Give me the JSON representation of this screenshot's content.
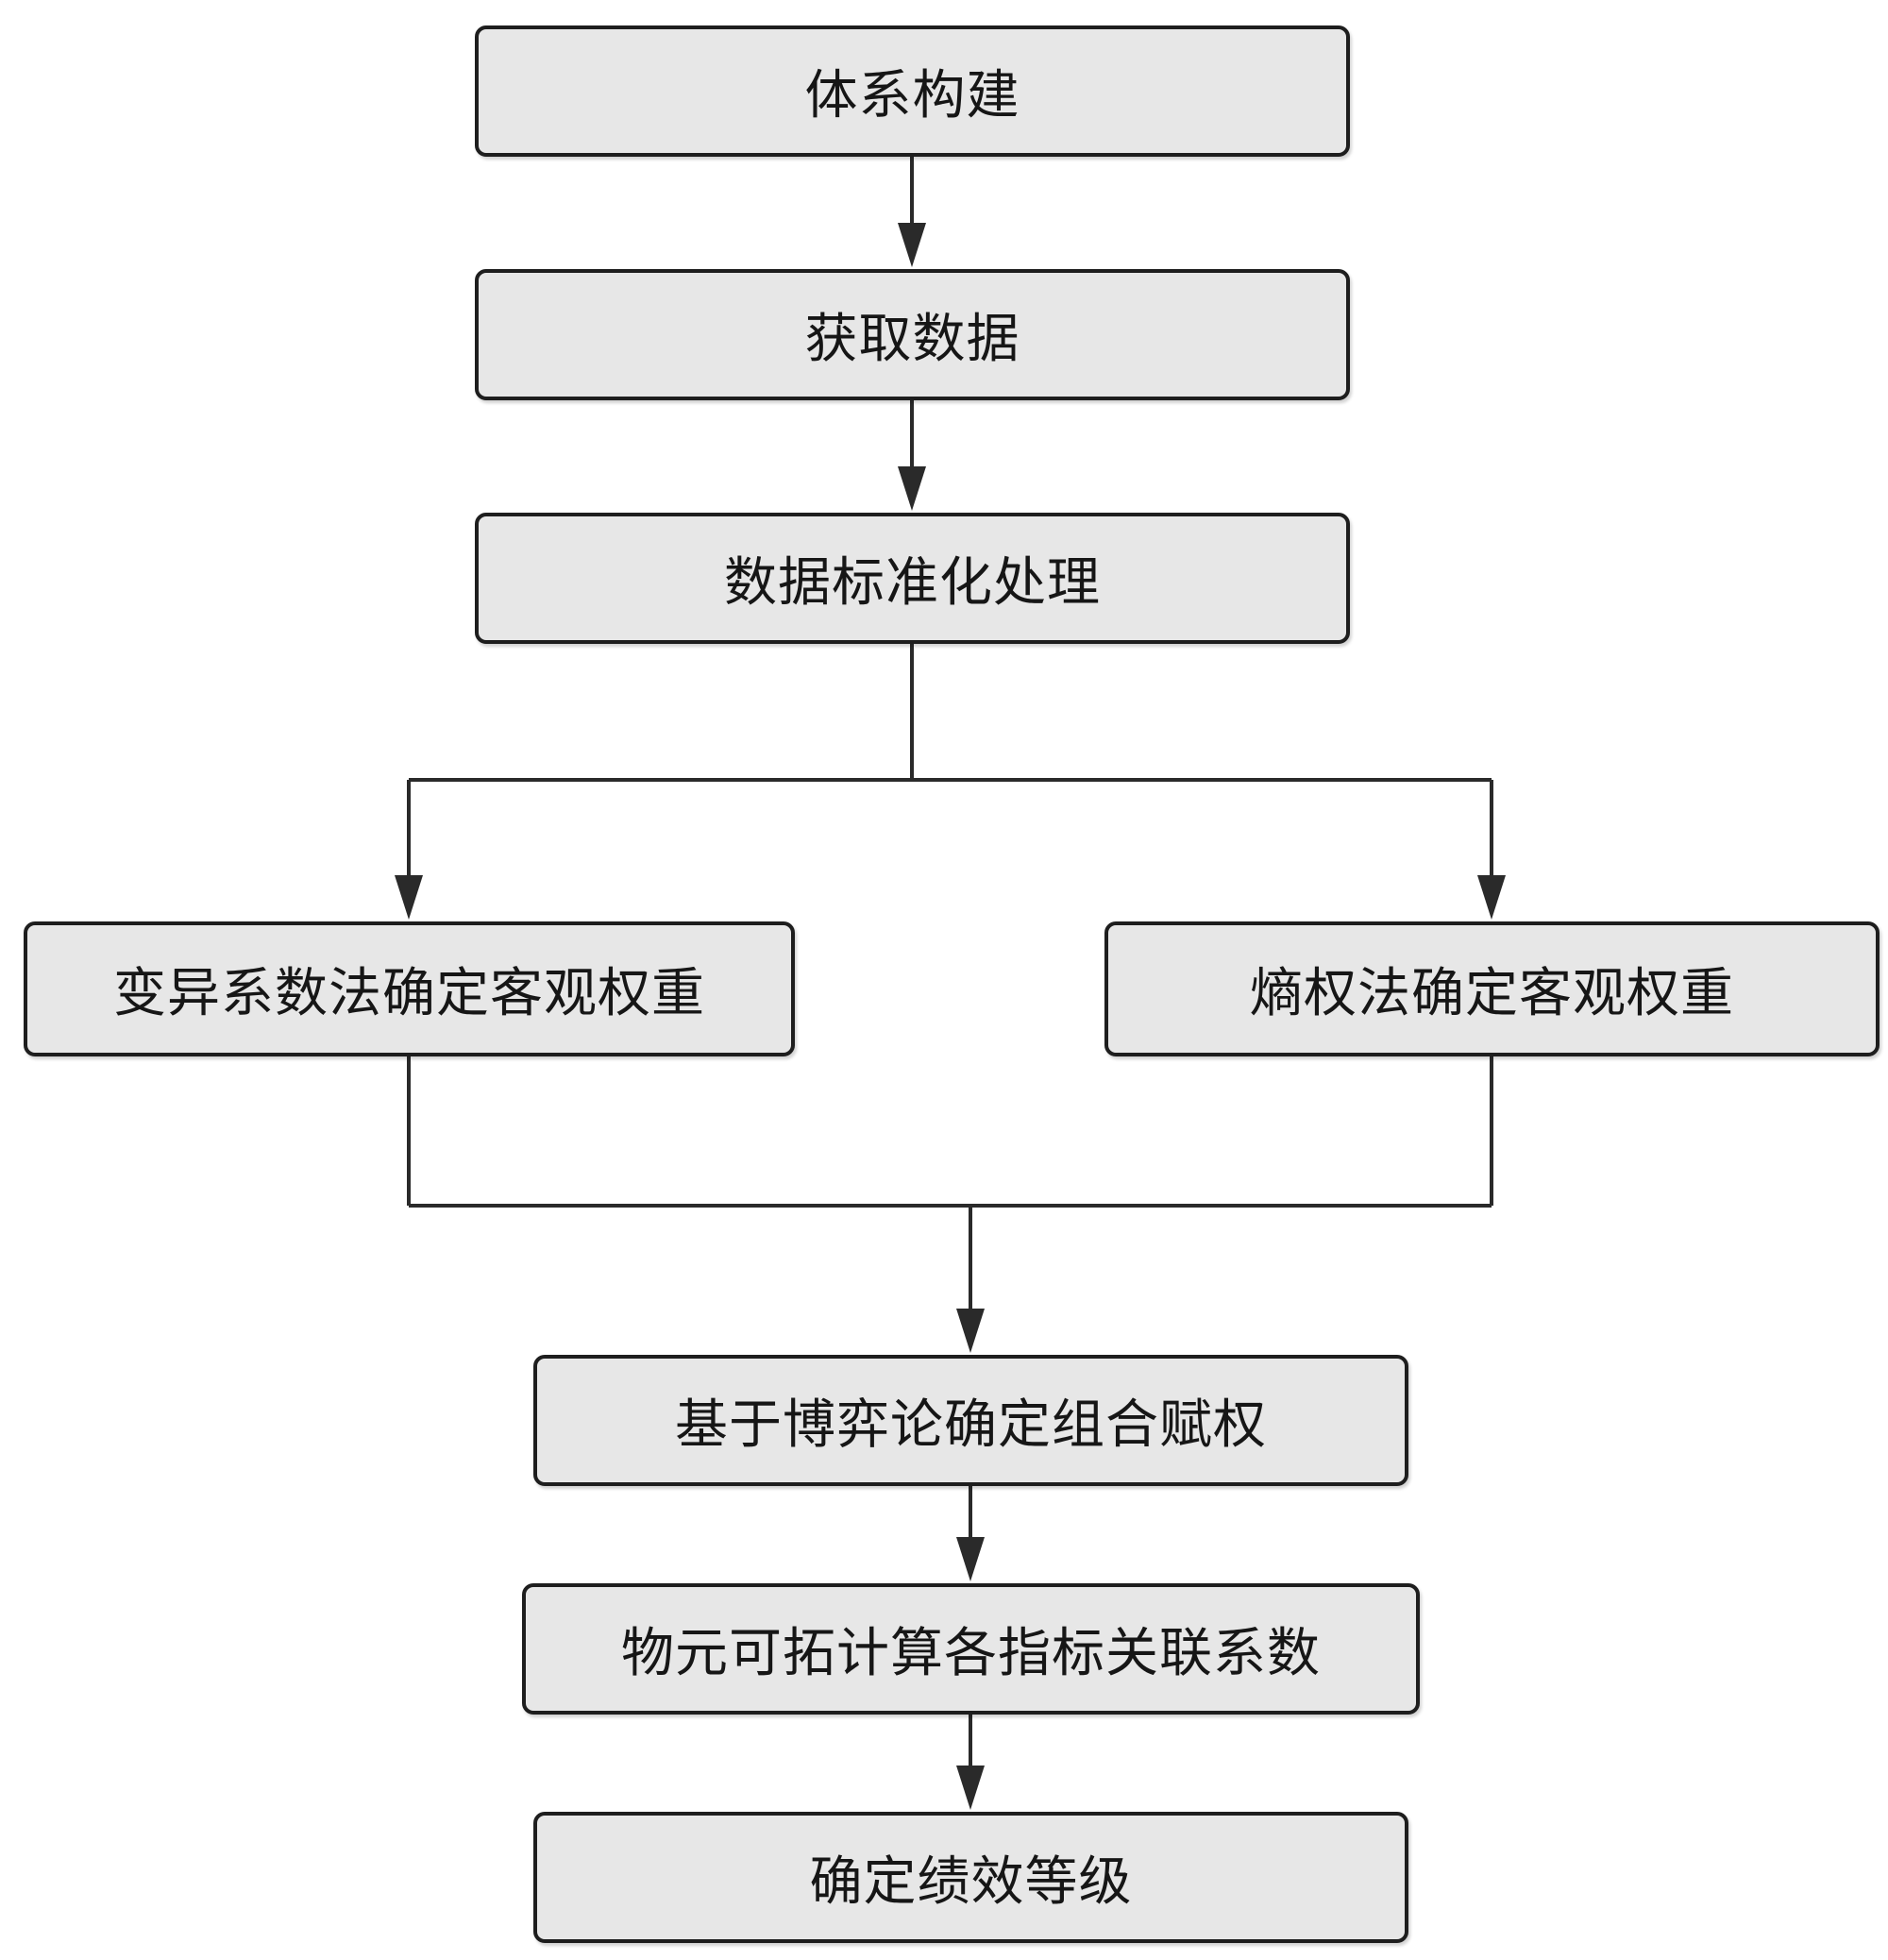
{
  "steps": {
    "system_construction": "体系构建",
    "data_acquisition": "获取数据",
    "data_standardization": "数据标准化处理",
    "cv_weighting": "变异系数法确定客观权重",
    "entropy_weighting": "熵权法确定客观权重",
    "game_theory_weighting": "基于博弈论确定组合赋权",
    "matter_element_correlation": "物元可拓计算各指标关联系数",
    "performance_grade": "确定绩效等级"
  },
  "colors": {
    "box_fill": "#e7e7e7",
    "stroke": "#1e1e1e",
    "text": "#161616"
  }
}
